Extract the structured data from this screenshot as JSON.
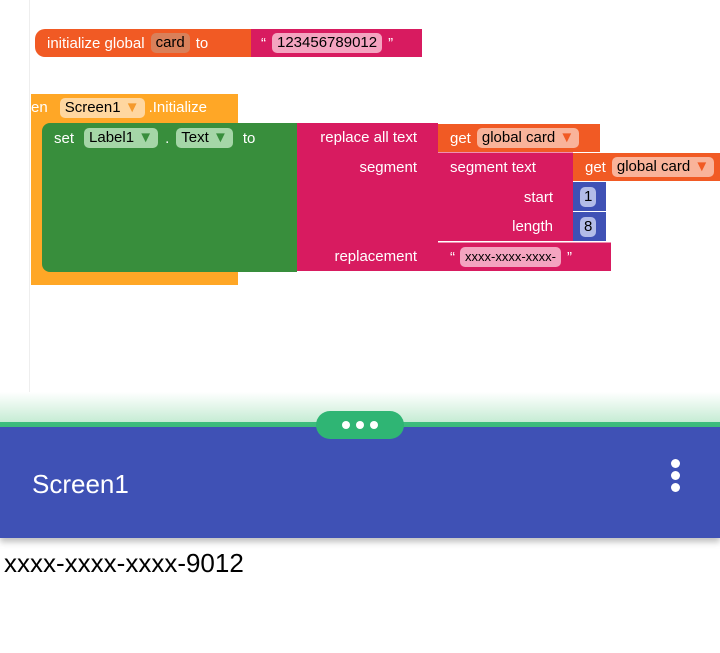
{
  "colors": {
    "orange": "#f15a24",
    "pink": "#d81b60",
    "event": "#ffa726",
    "green": "#388e3c",
    "blue": "#3f51b5",
    "math": "#3f51b5"
  },
  "global_init": {
    "label": "initialize global",
    "var": "card",
    "to": "to",
    "value": "123456789012",
    "quote_open": "“",
    "quote_close": "”"
  },
  "event": {
    "prefix": "en",
    "component": "Screen1",
    "event": ".Initialize",
    "dropdown": "▼"
  },
  "setter": {
    "set": "set",
    "component": "Label1",
    "dot": ".",
    "property": "Text",
    "to": "to"
  },
  "replace": {
    "label": "replace all text",
    "segment": "segment",
    "replacement": "replacement"
  },
  "get1": {
    "get": "get",
    "var": "global card"
  },
  "segment_text": {
    "label": "segment  text",
    "start": "start",
    "length": "length",
    "start_value": "1",
    "length_value": "8"
  },
  "get2": {
    "get": "get",
    "var": "global card"
  },
  "replacement_value": "xxxx-xxxx-xxxx-",
  "app": {
    "title": "Screen1",
    "label_text": "xxxx-xxxx-xxxx-9012"
  }
}
